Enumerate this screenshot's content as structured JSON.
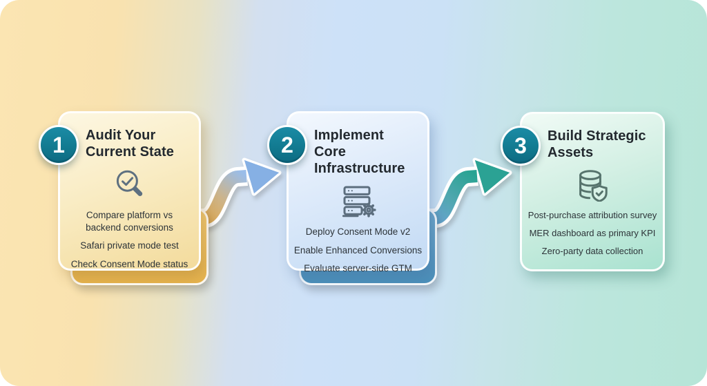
{
  "infographic": {
    "steps": [
      {
        "number": "1",
        "title_line1": "Audit Your",
        "title_line2": "Current State",
        "icon": "magnifier-check-icon",
        "items": [
          "Compare platform vs backend conversions",
          "Safari private mode test",
          "Check Consent Mode status"
        ]
      },
      {
        "number": "2",
        "title_line1": "Implement Core",
        "title_line2": "Infrastructure",
        "icon": "server-gear-icon",
        "items": [
          "Deploy Consent Mode v2",
          "Enable Enhanced Conversions",
          "Evaluate server-side GTM"
        ]
      },
      {
        "number": "3",
        "title_line1": "Build Strategic",
        "title_line2": "Assets",
        "icon": "database-shield-icon",
        "items": [
          "Post-purchase attribution survey",
          "MER dashboard as primary KPI",
          "Zero-party data collection"
        ]
      }
    ],
    "colors": {
      "badge_teal": "#13809B",
      "bg_left": "#FAE3AE",
      "bg_middle": "#CCE0F7",
      "bg_right": "#B7E5D8",
      "card1_back": "#ECBF62",
      "card2_back": "#5796BF",
      "card1_front": "#F9ECC4",
      "card2_front": "#DDEAFA",
      "card3_front": "#D2EFE3",
      "arrow1_gradient_start": "#E1A84C",
      "arrow1_gradient_end": "#9ABDE9",
      "arrow2_gradient_start": "#6EA6D7",
      "arrow2_gradient_end": "#28A392",
      "icon_stroke": "#5C6E7E",
      "title_text": "#23292F",
      "body_text": "#2C3338"
    }
  }
}
